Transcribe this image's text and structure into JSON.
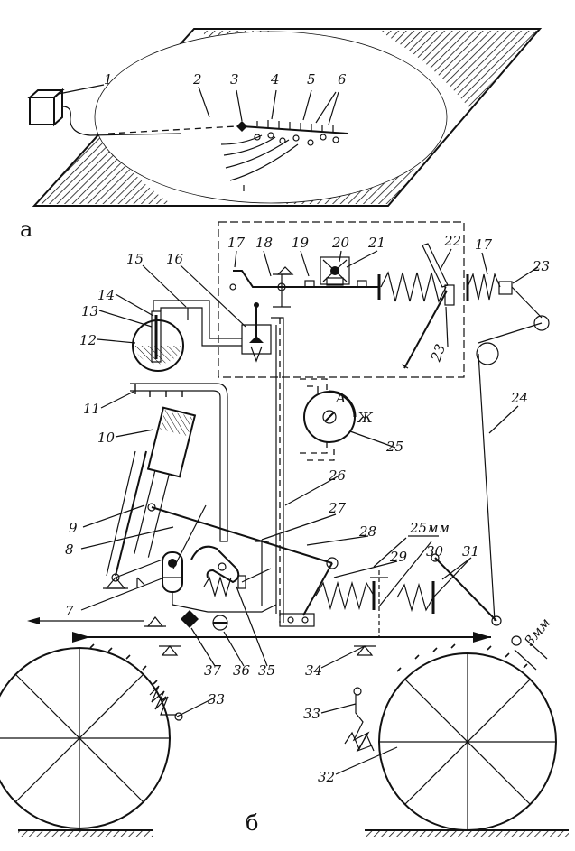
{
  "part_a": {
    "caption": "а",
    "labels": [
      "1",
      "2",
      "3",
      "4",
      "5",
      "6"
    ]
  },
  "part_b": {
    "caption": "б",
    "labels": [
      "7",
      "8",
      "9",
      "10",
      "11",
      "12",
      "13",
      "14",
      "15",
      "16",
      "17",
      "18",
      "19",
      "20",
      "21",
      "22",
      "23",
      "17",
      "23",
      "24",
      "25",
      "26",
      "27",
      "28",
      "29",
      "30",
      "31",
      "32",
      "33",
      "33",
      "34",
      "35",
      "36",
      "37"
    ],
    "dimension_25": "25мм",
    "dimension_3": "3мм",
    "gauge_A": "А",
    "gauge_Zh": "Ж"
  }
}
